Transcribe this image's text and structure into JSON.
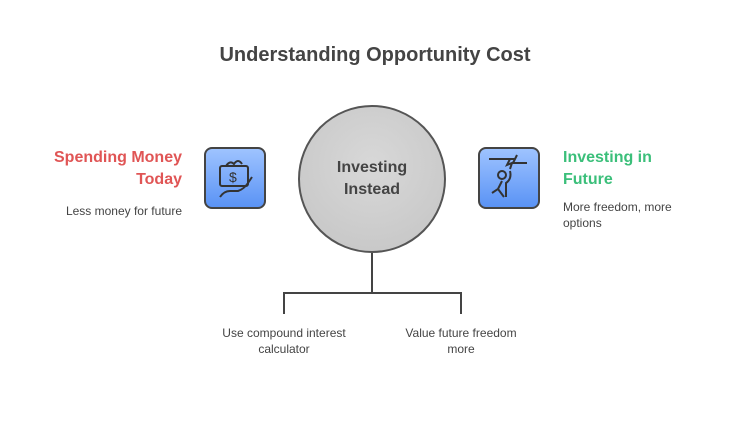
{
  "title": "Understanding Opportunity Cost",
  "center": {
    "line1": "Investing",
    "line2": "Instead"
  },
  "left": {
    "heading_line1": "Spending Money",
    "heading_line2": "Today",
    "description": "Less money for future",
    "color": "#e05555",
    "icon": "money-hand-icon"
  },
  "right": {
    "heading_line1": "Investing in",
    "heading_line2": "Future",
    "description_line1": "More freedom, more",
    "description_line2": "options",
    "color": "#3bbf7a",
    "icon": "person-reaching-icon"
  },
  "bottom": [
    {
      "line1": "Use compound interest",
      "line2": "calculator"
    },
    {
      "line1": "Value future freedom",
      "line2": "more"
    }
  ]
}
